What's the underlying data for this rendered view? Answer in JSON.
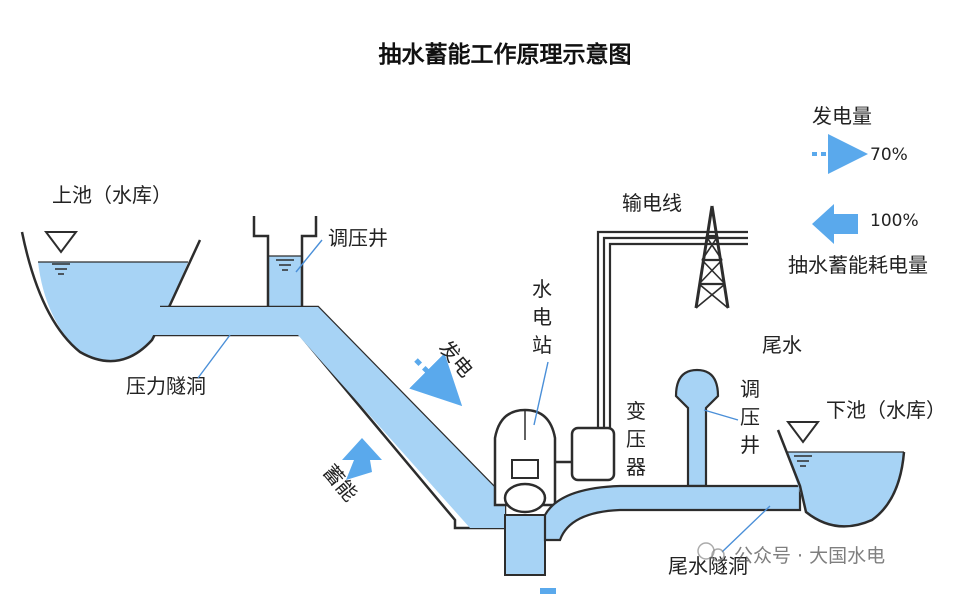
{
  "title": "抽水蓄能工作原理示意图",
  "legend": {
    "generation_heading": "发电量",
    "generation_percent": "70%",
    "consumption_percent": "100%",
    "consumption_heading": "抽水蓄能耗电量"
  },
  "labels": {
    "upper_reservoir": "上池（水库）",
    "surge_shaft_upper": "调压井",
    "pressure_tunnel": "压力隧洞",
    "generate_arrow": "发电",
    "pump_arrow": "蓄能",
    "powerhouse": [
      "水",
      "电",
      "站"
    ],
    "transformer": [
      "变",
      "压",
      "器"
    ],
    "transmission_line": "输电线",
    "tailwater": "尾水",
    "surge_shaft_lower": [
      "调",
      "压",
      "井"
    ],
    "lower_reservoir": "下池（水库）",
    "tailrace_tunnel": "尾水隧洞"
  },
  "watermark": "公众号 · 大国水电",
  "colors": {
    "water": "#a7d3f5",
    "outline": "#2d2d2d",
    "arrow": "#5aa9ec",
    "leader": "#4a8fd8"
  }
}
